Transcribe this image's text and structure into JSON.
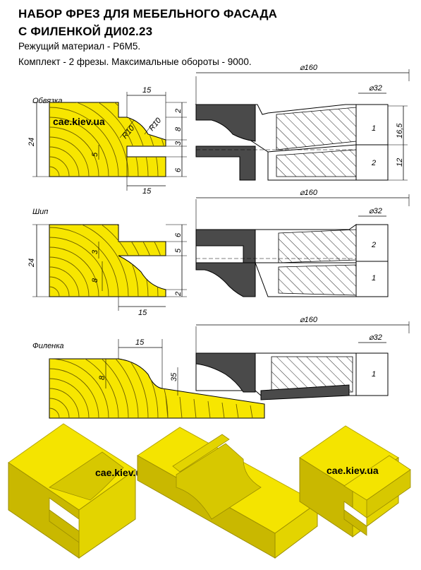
{
  "header": {
    "title_line1": "НАБОР ФРЕЗ ДЛЯ МЕБЕЛЬНОГО ФАСАДА",
    "title_line2": "С ФИЛЕНКОЙ ДИ02.23",
    "material": "Режущий материал - Р6М5.",
    "kit": "Комплект - 2 фрезы. Максимальные обороты - 9000."
  },
  "watermark": "cae.kiev.ua",
  "sections": {
    "obvyazka": {
      "label": "Обвязка",
      "dims": {
        "top_width": "15",
        "bottom_width": "15",
        "height": "24",
        "r_left": "R10",
        "r_right": "R10",
        "d2": "2",
        "d8": "8",
        "d3": "3",
        "d5": "5",
        "d6": "6"
      },
      "cutter": {
        "diameter": "⌀160",
        "bore": "⌀32",
        "part1": "1",
        "part2": "2",
        "h1": "16,5",
        "h2": "12"
      }
    },
    "ship": {
      "label": "Шип",
      "dims": {
        "bottom_width": "15",
        "height": "24",
        "d6": "6",
        "d5": "5",
        "d3": "3",
        "d8": "8",
        "d2": "2"
      },
      "cutter": {
        "diameter": "⌀160",
        "bore": "⌀32",
        "part1": "2",
        "part2": "1"
      }
    },
    "filenka": {
      "label": "Филенка",
      "dims": {
        "top_width": "15",
        "d8": "8",
        "d35": "35"
      },
      "cutter": {
        "diameter": "⌀160",
        "bore": "⌀32",
        "part1": "1"
      }
    }
  },
  "colors": {
    "wood": "#f7e600",
    "wood_dark": "#c9b800",
    "cutter": "#4a4a4a",
    "render_yellow": "#f4e400"
  }
}
